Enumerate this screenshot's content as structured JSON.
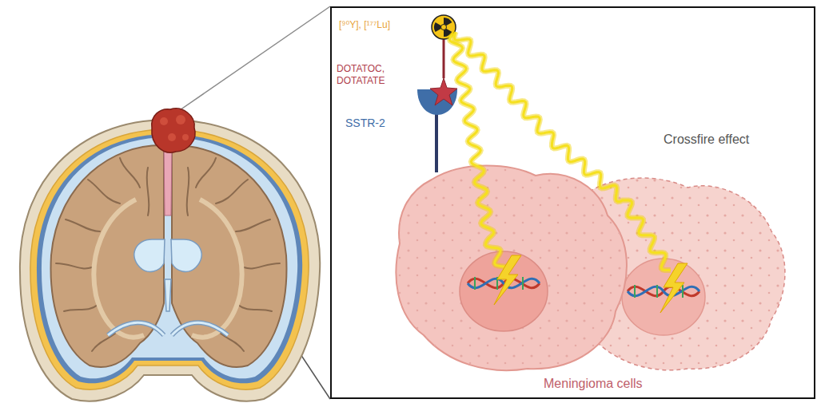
{
  "diagram": {
    "labels": [
      "[⁹⁰Y], [¹⁷⁷Lu]",
      "DOTATOC,",
      "DOTATATE",
      "SSTR-2",
      "Crossfire effect",
      "Meningioma cells"
    ]
  }
}
